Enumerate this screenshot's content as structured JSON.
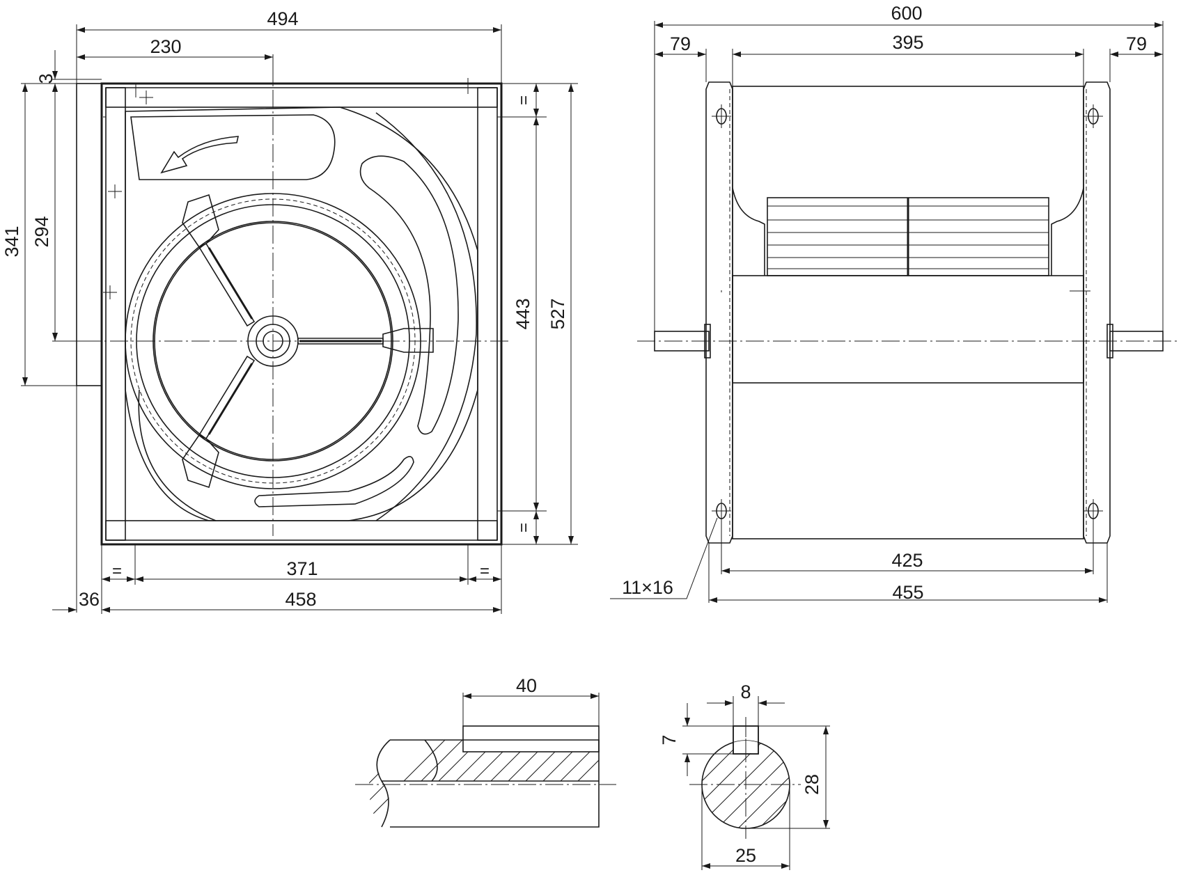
{
  "front_view": {
    "dims": {
      "overall_width": "494",
      "to_center": "230",
      "flange_top": "3",
      "outlet_height": "341",
      "shaft_to_top": "294",
      "frame_height": "443",
      "overall_height": "527",
      "inner_width": "371",
      "equal_mark": "=",
      "flange_depth": "36",
      "frame_width": "458"
    }
  },
  "side_view": {
    "dims": {
      "overall_length": "600",
      "shaft_left": "79",
      "housing_width": "395",
      "shaft_right": "79",
      "bolt_spacing": "425",
      "foot_width": "455",
      "slot_size": "11×16"
    }
  },
  "shaft_detail": {
    "dims": {
      "key_length": "40"
    }
  },
  "shaft_section": {
    "dims": {
      "key_width": "8",
      "key_height": "7",
      "shaft_height": "28",
      "shaft_diameter": "25"
    }
  }
}
